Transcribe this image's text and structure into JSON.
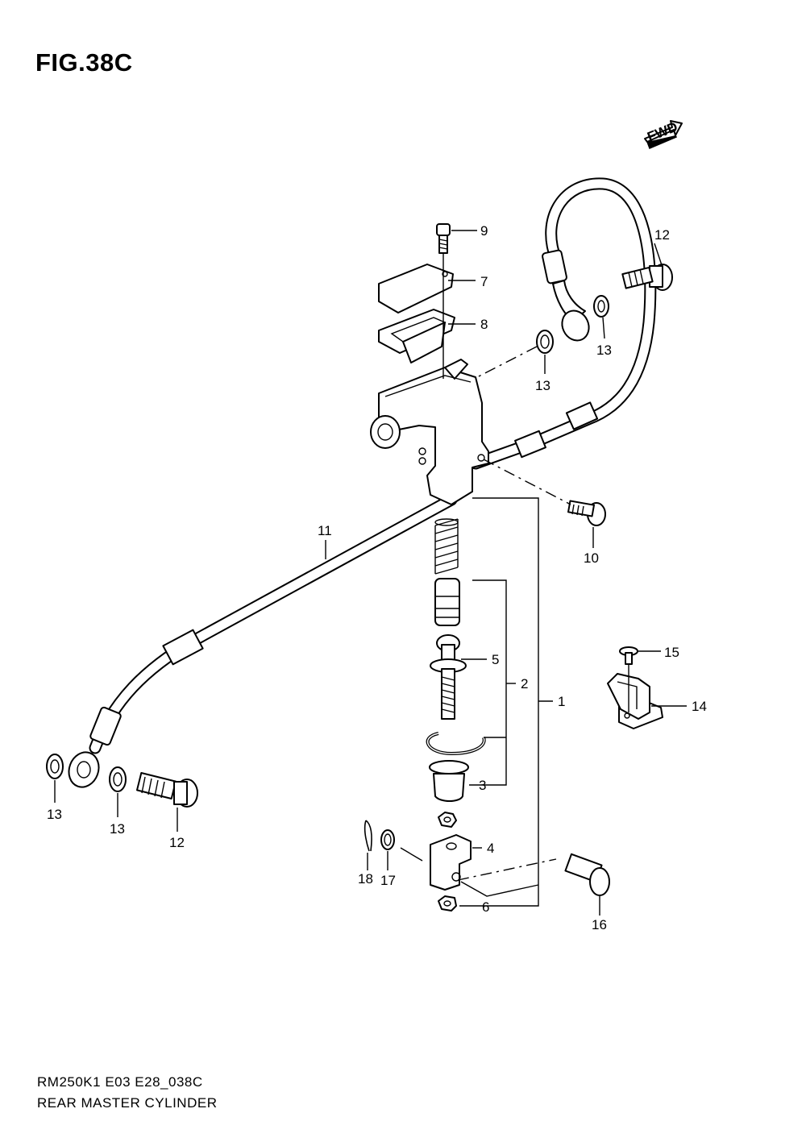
{
  "figure": {
    "title": "FIG.38C",
    "fwd_label": "FWD"
  },
  "footer": {
    "model_code": "RM250K1 E03 E28_038C",
    "caption": "REAR MASTER CYLINDER"
  },
  "callouts": {
    "c1": "1",
    "c2": "2",
    "c3": "3",
    "c4": "4",
    "c5": "5",
    "c6": "6",
    "c7": "7",
    "c8": "8",
    "c9": "9",
    "c10": "10",
    "c11": "11",
    "c12_top": "12",
    "c12_bottom": "12",
    "c13_top_right": "13",
    "c13_top_mid": "13",
    "c13_bottom_left": "13",
    "c13_bottom_mid": "13",
    "c14": "14",
    "c15": "15",
    "c16": "16",
    "c17": "17",
    "c18": "18"
  }
}
